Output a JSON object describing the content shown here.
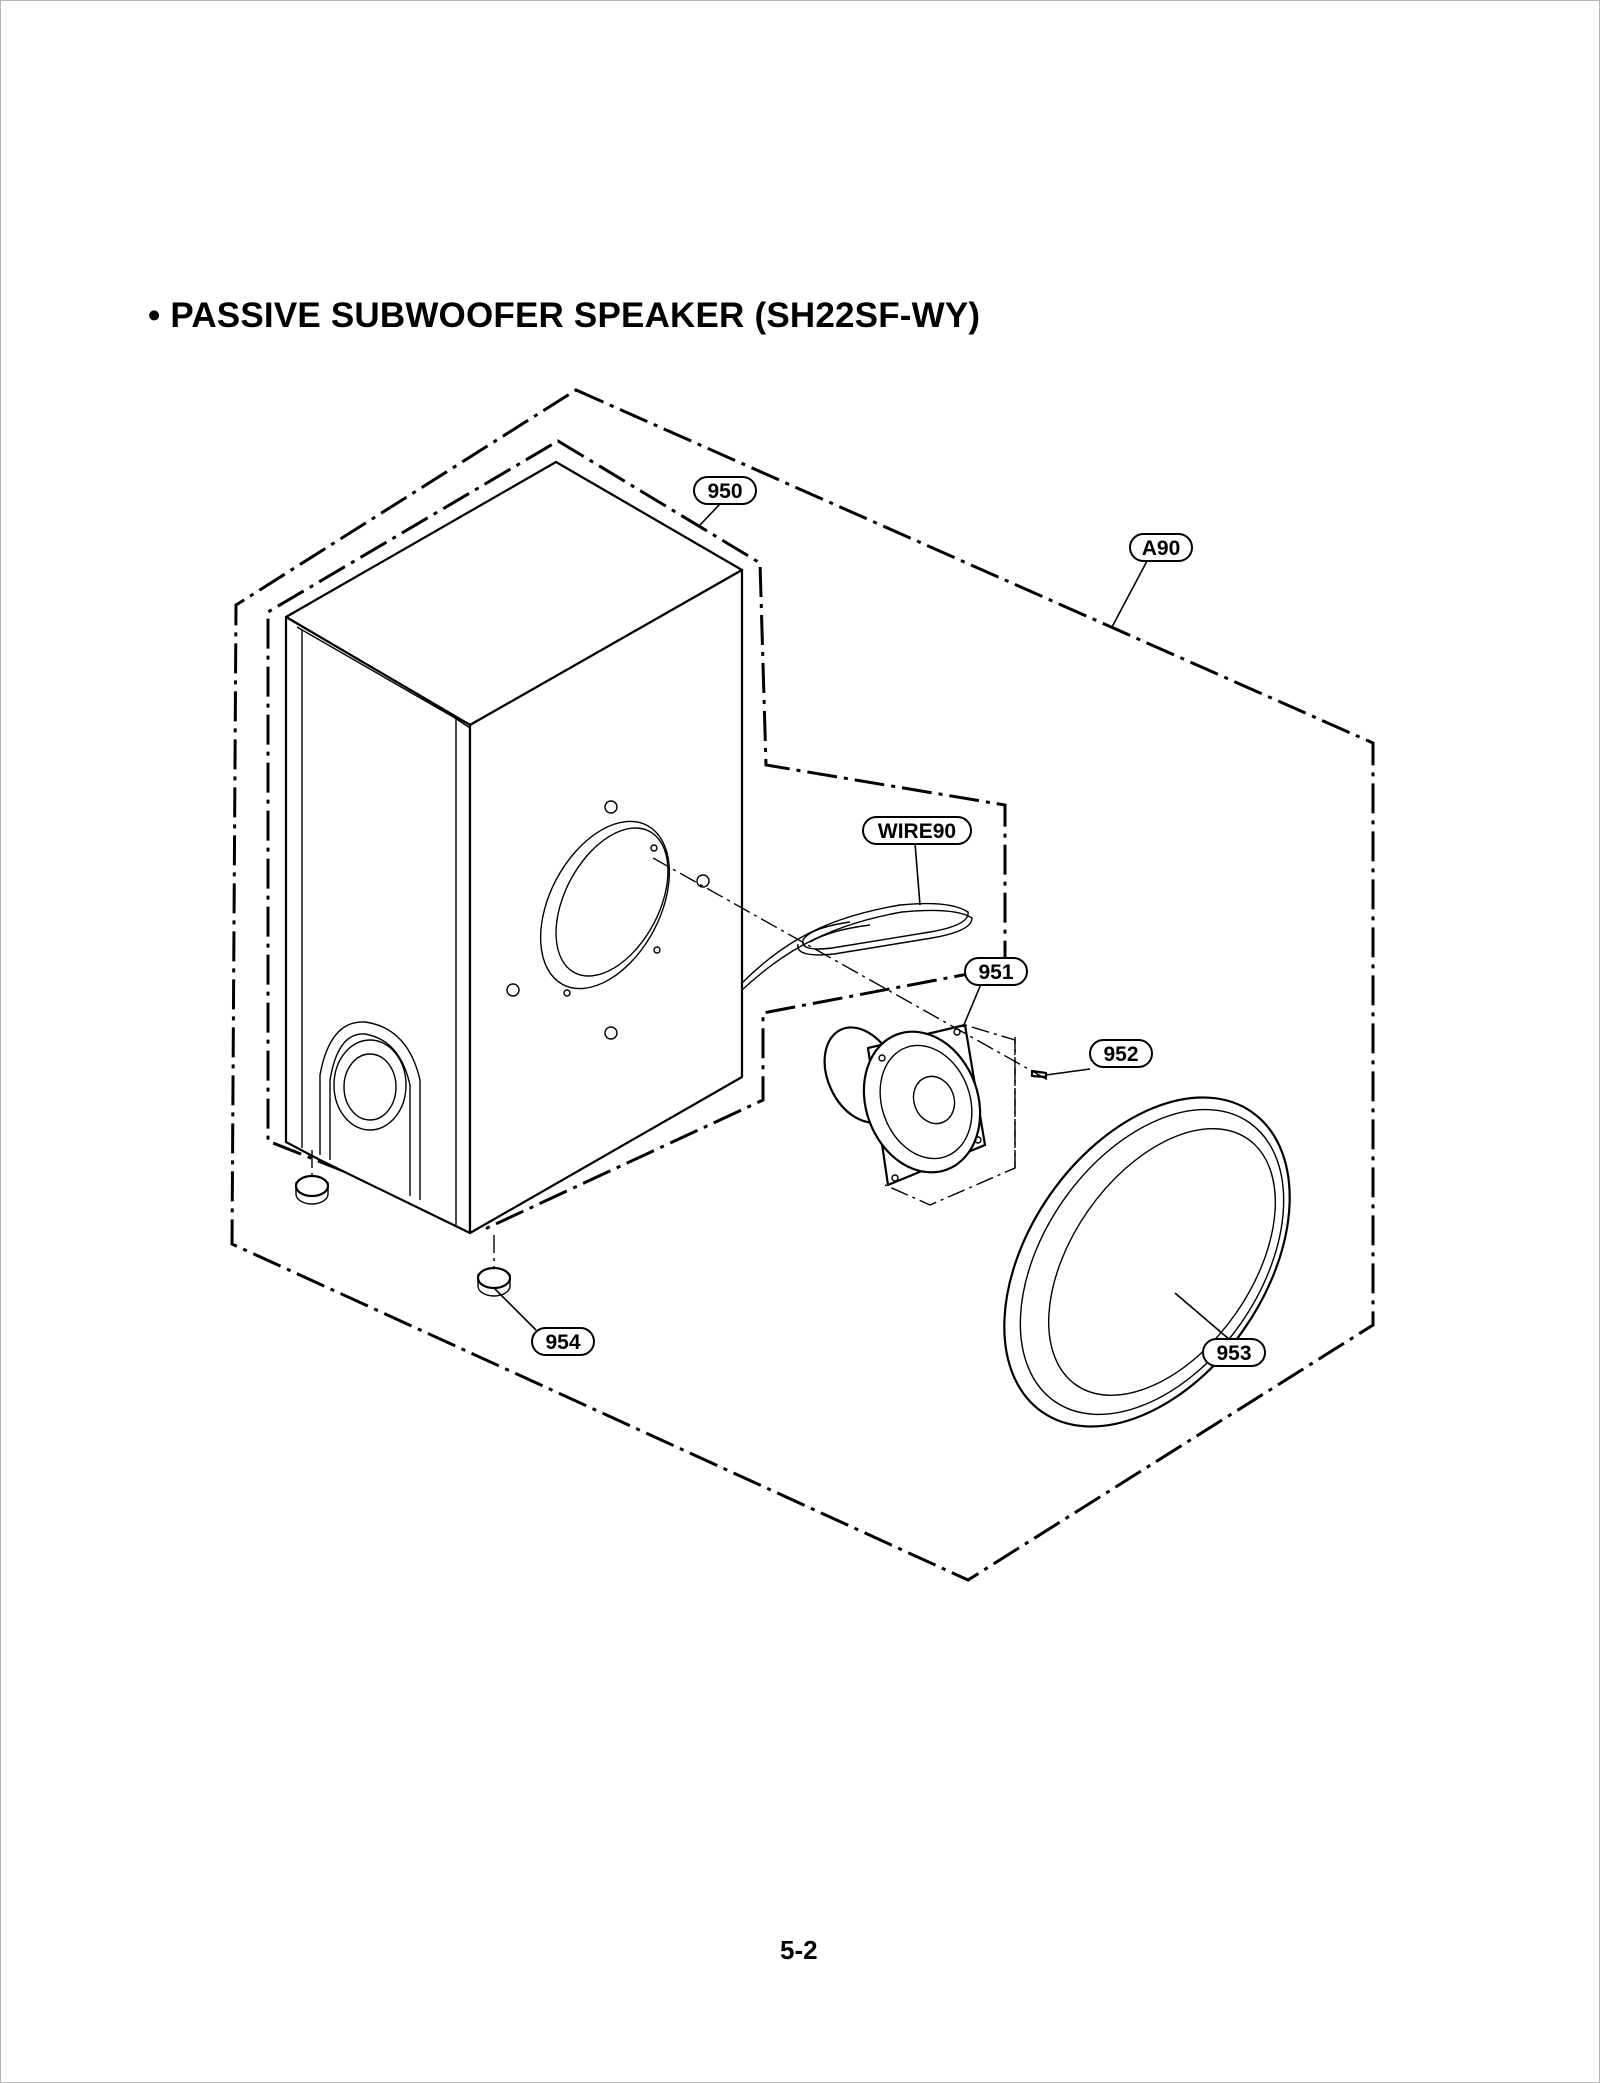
{
  "page": {
    "title": "• PASSIVE SUBWOOFER SPEAKER (SH22SF-WY)",
    "page_number": "5-2"
  },
  "callouts": {
    "a90": "A90",
    "p950": "950",
    "wire90": "WIRE90",
    "p951": "951",
    "p952": "952",
    "p953": "953",
    "p954": "954"
  }
}
